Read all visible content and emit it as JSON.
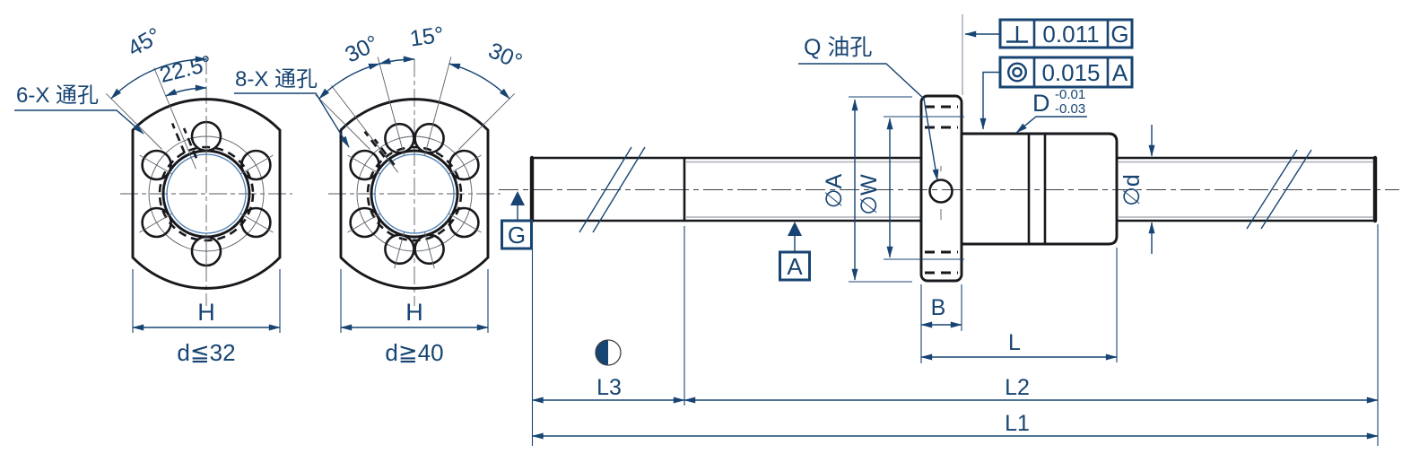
{
  "flange_small": {
    "leader": "6-X 通孔",
    "angle1": "45°",
    "angle2": "22.5°",
    "h": "H",
    "cond": "d≦32"
  },
  "flange_large": {
    "leader": "8-X 通孔",
    "angle1": "30°",
    "angle2": "15°",
    "angle3": "30°",
    "h": "H",
    "cond": "d≧40"
  },
  "oil_hole": {
    "label": "Q 油孔"
  },
  "gdt": {
    "frame1": {
      "symbol_name": "perpendicularity-icon",
      "tolerance": "0.011",
      "datum": "G"
    },
    "frame2": {
      "symbol_name": "concentricity-icon",
      "tolerance": "0.015",
      "datum": "A"
    }
  },
  "nut_od": {
    "label": "D",
    "tol_upper": "-0.01",
    "tol_lower": "-0.03"
  },
  "datums": {
    "g": "G",
    "a": "A"
  },
  "dia": {
    "flange": "∅A",
    "pcd": "∅W",
    "shaft": "∅d"
  },
  "len": {
    "b": "B",
    "l": "L",
    "l2": "L2",
    "l3": "L3",
    "l1": "L1"
  },
  "colors": {
    "annotation": "#174472",
    "outline": "#17191d",
    "accent_blue": "#4a7fb5",
    "background": "#ffffff"
  }
}
